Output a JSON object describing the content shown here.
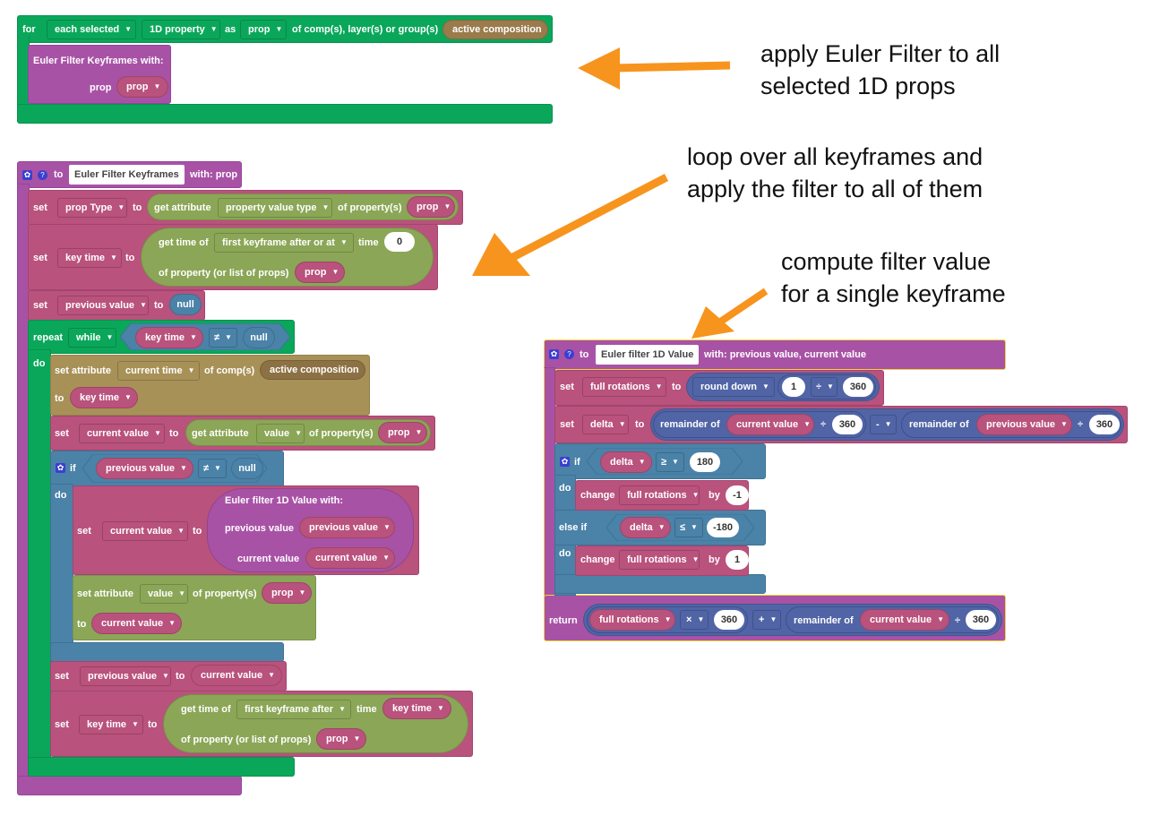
{
  "annotations": [
    {
      "line1": "apply Euler Filter to all",
      "line2": "selected 1D props"
    },
    {
      "line1": "loop over all keyframes and",
      "line2": "apply the filter to all of them"
    },
    {
      "line1": "compute filter value",
      "line2": "for a single keyframe"
    }
  ],
  "colors": {
    "arrow": "#f7941d",
    "loop_green": "#0aa75a",
    "procedure_purple": "#a852a6",
    "variable_pink": "#b9527c",
    "logic_blue": "#4a82a8",
    "math_navy": "#5064a6",
    "attr_olive": "#8ba656",
    "comp_gold": "#a89157"
  },
  "block1": {
    "for": "for",
    "each": "each selected",
    "type": "1D property",
    "as": "as",
    "var": "prop",
    "of": "of comp(s), layer(s) or group(s)",
    "target": "active composition",
    "call": "Euler Filter Keyframes  with:",
    "arg_label": "prop",
    "arg_value": "prop"
  },
  "block2": {
    "to": "to",
    "name": "Euler Filter Keyframes",
    "with": "with: prop",
    "set": "set",
    "to_kw": "to",
    "s1_var": "prop Type",
    "s1_get": "get attribute",
    "s1_attr": "property value type",
    "s1_of": "of property(s)",
    "s1_prop": "prop",
    "s2_var": "key time",
    "s2_get": "get time of",
    "s2_which": "first keyframe after or at",
    "s2_time": "time",
    "s2_time_val": "0",
    "s2_of": "of property (or list of props)",
    "s2_prop": "prop",
    "s3_var": "previous value",
    "s3_val": "null",
    "repeat": "repeat",
    "while": "while",
    "r_var": "key time",
    "r_op": "≠",
    "r_null": "null",
    "do": "do",
    "sa_label": "set attribute",
    "sa_attr": "current time",
    "sa_of": "of comp(s)",
    "sa_target": "active composition",
    "sa_to": "to",
    "sa_val": "key time",
    "s4_var": "current value",
    "s4_get": "get attribute",
    "s4_attr": "value",
    "s4_of": "of property(s)",
    "s4_prop": "prop",
    "if": "if",
    "if_var": "previous value",
    "if_op": "≠",
    "if_null": "null",
    "s5_var": "current value",
    "call": "Euler filter 1D Value  with:",
    "arg1_label": "previous value",
    "arg1_val": "previous value",
    "arg2_label": "current value",
    "arg2_val": "current value",
    "sa2_label": "set attribute",
    "sa2_attr": "value",
    "sa2_of": "of property(s)",
    "sa2_prop": "prop",
    "sa2_to": "to",
    "sa2_val": "current value",
    "s6_var": "previous value",
    "s6_val": "current value",
    "s7_var": "key time",
    "s7_get": "get time of",
    "s7_which": "first keyframe after",
    "s7_time": "time",
    "s7_time_val": "key time",
    "s7_of": "of property (or list of props)",
    "s7_prop": "prop"
  },
  "block3": {
    "to": "to",
    "name": "Euler filter 1D Value",
    "with": "with: previous value, current value",
    "set": "set",
    "to_kw": "to",
    "s1_var": "full rotations",
    "s1_fn": "round down",
    "s1_a": "1",
    "s1_op": "÷",
    "s1_b": "360",
    "s2_var": "delta",
    "rem": "remainder of",
    "s2_a": "current value",
    "div": "÷",
    "s2_a_n": "360",
    "s2_op": "-",
    "s2_b": "previous value",
    "s2_b_n": "360",
    "if": "if",
    "if_var": "delta",
    "if_op": "≥",
    "if_val": "180",
    "do": "do",
    "change": "change",
    "c_var": "full rotations",
    "by": "by",
    "c1_val": "-1",
    "elseif": "else if",
    "ei_var": "delta",
    "ei_op": "≤",
    "ei_val": "-180",
    "c2_val": "1",
    "return": "return",
    "r_var": "full rotations",
    "r_op1": "×",
    "r_n1": "360",
    "r_op2": "+",
    "r_rem": "remainder of",
    "r_var2": "current value",
    "r_div": "÷",
    "r_n2": "360"
  }
}
